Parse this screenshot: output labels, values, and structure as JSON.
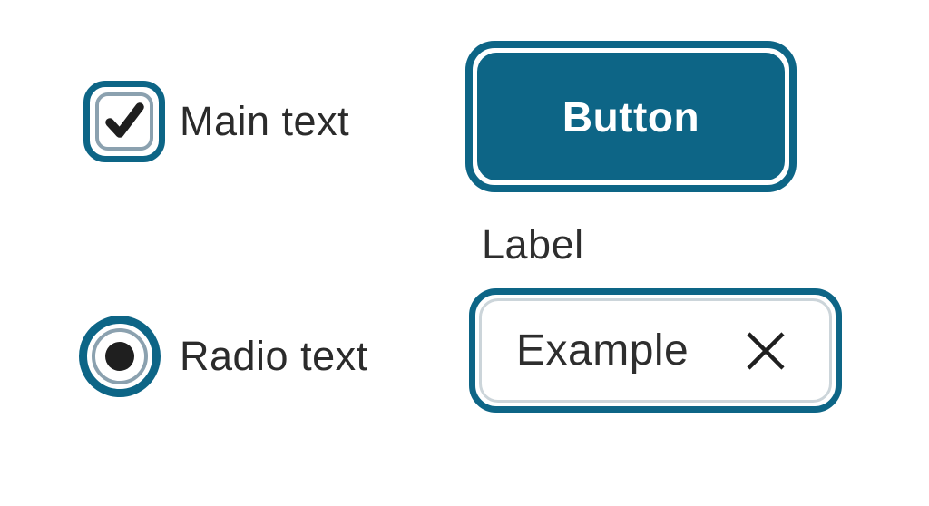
{
  "colors": {
    "accent_teal": "#0d6586",
    "muted_blue_gray_ring": "#8ba1af",
    "input_inner_border": "#ccd5da",
    "text_dark": "#2b2b2b",
    "glyph_black": "#1f1f1f",
    "button_text": "#ffffff",
    "background": "#ffffff"
  },
  "checkbox_field": {
    "label": "Main text",
    "checked": true,
    "icon": "checkmark-icon"
  },
  "button": {
    "label": "Button"
  },
  "text_input": {
    "label": "Label",
    "value": "Example",
    "clear_icon": "x-icon"
  },
  "radio_field": {
    "label": "Radio text",
    "selected": true
  }
}
